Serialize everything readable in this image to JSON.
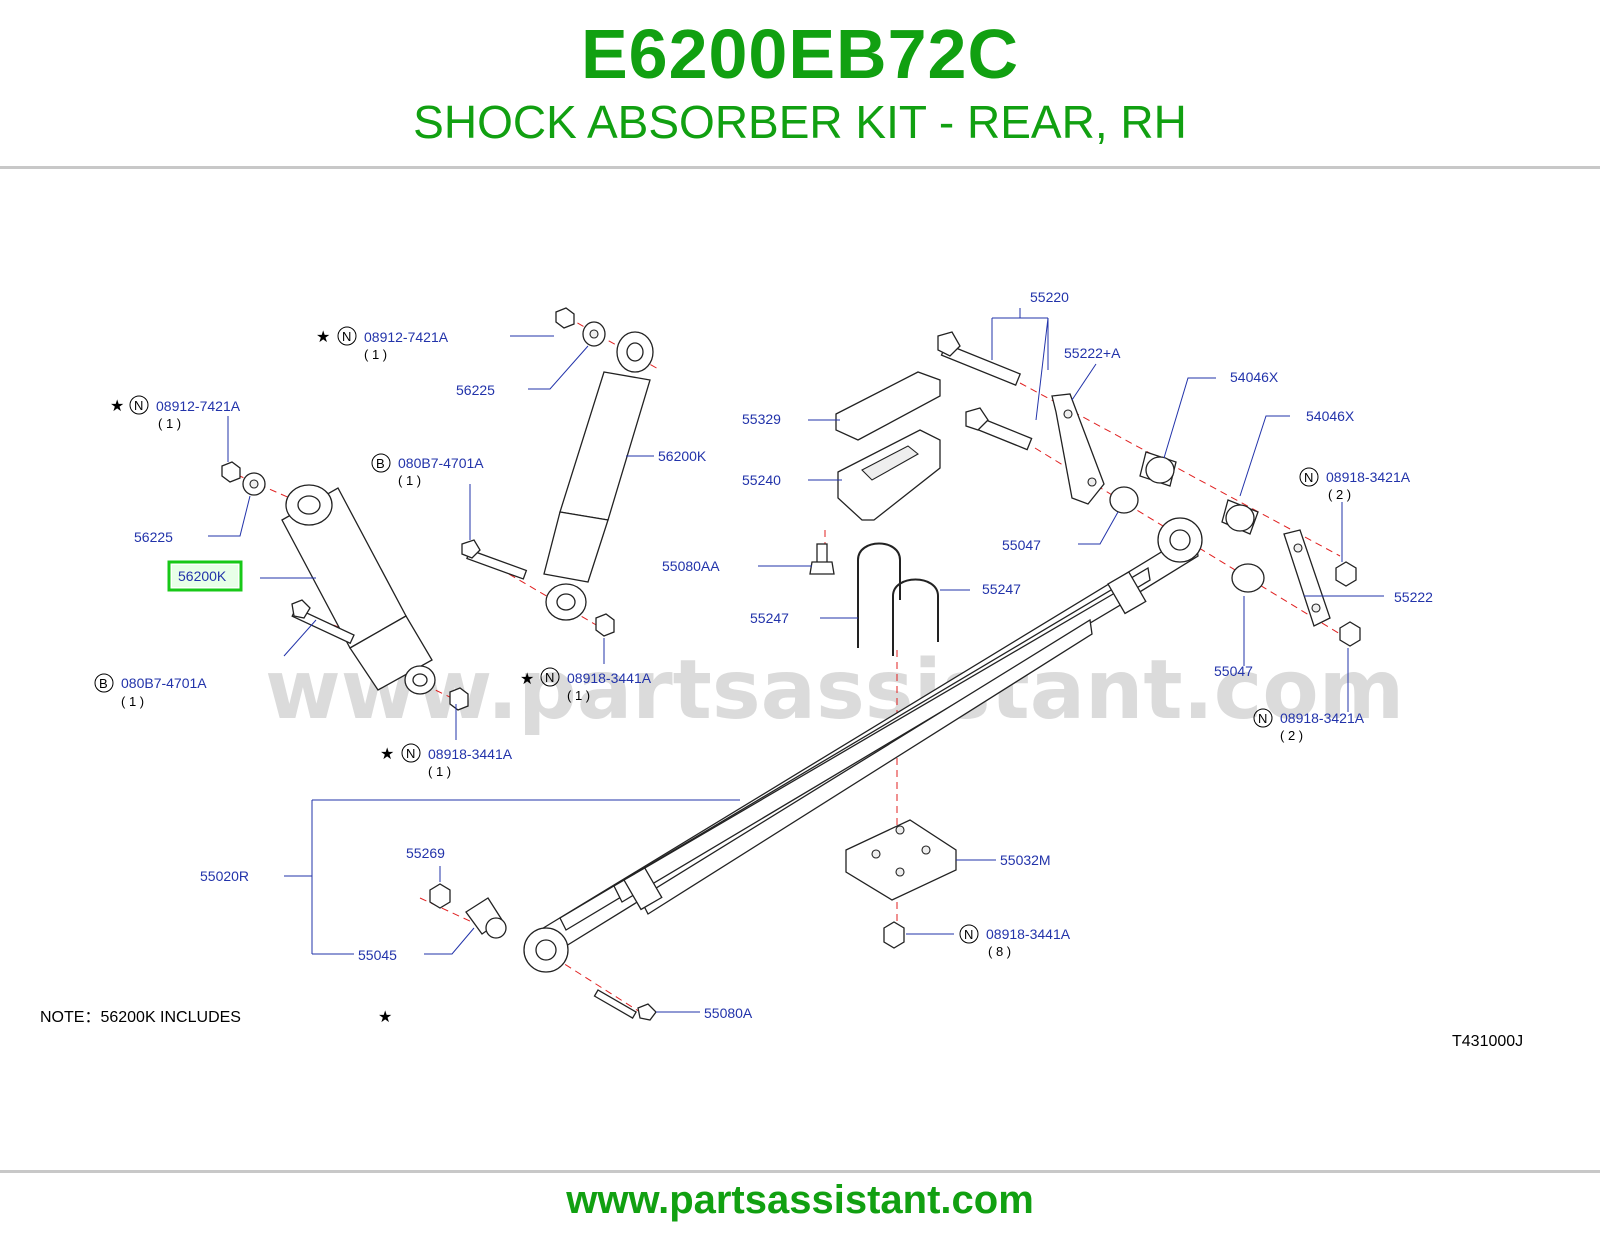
{
  "header": {
    "part_number": "E6200EB72C",
    "title": "SHOCK ABSORBER KIT - REAR, RH"
  },
  "diagram": {
    "watermark": "www.partsassistant.com",
    "code": "T431000J",
    "note": "NOTE：56200K   INCLUDES",
    "note_star": "★",
    "labels": {
      "l_56200K_highlight": "56200K",
      "l_56200K_right": "56200K",
      "l_56225_left": "56225",
      "l_56225_top": "56225",
      "l_08912_a": "08912-7421A",
      "l_08912_a_qty": "( 1 )",
      "l_08912_b": "08912-7421A",
      "l_08912_b_qty": "( 1 )",
      "l_080B7_a": "080B7-4701A",
      "l_080B7_a_qty": "( 1 )",
      "l_080B7_b": "080B7-4701A",
      "l_080B7_b_qty": "( 1 )",
      "l_08918_3441_a": "08918-3441A",
      "l_08918_3441_a_qty": "( 1 )",
      "l_08918_3441_b": "08918-3441A",
      "l_08918_3441_b_qty": "( 1 )",
      "l_08918_3441_c": "08918-3441A",
      "l_08918_3441_c_qty": "( 8 )",
      "l_08918_3421_a": "08918-3421A",
      "l_08918_3421_a_qty": "( 2 )",
      "l_08918_3421_b": "08918-3421A",
      "l_08918_3421_b_qty": "( 2 )",
      "l_55220": "55220",
      "l_55222A": "55222+A",
      "l_54046X_a": "54046X",
      "l_54046X_b": "54046X",
      "l_55329": "55329",
      "l_55240": "55240",
      "l_55080AA": "55080AA",
      "l_55047_a": "55047",
      "l_55047_b": "55047",
      "l_55247_a": "55247",
      "l_55247_b": "55247",
      "l_55222": "55222",
      "l_55020R": "55020R",
      "l_55269": "55269",
      "l_55045": "55045",
      "l_55032M": "55032M",
      "l_55080A": "55080A"
    },
    "markers": {
      "n": "N",
      "b": "B",
      "star": "★"
    }
  },
  "footer": {
    "url": "www.partsassistant.com"
  },
  "colors": {
    "brand_green": "#11a011",
    "label_blue": "#2233aa",
    "highlight_green": "#18c818",
    "centerline_red": "#e02020"
  }
}
